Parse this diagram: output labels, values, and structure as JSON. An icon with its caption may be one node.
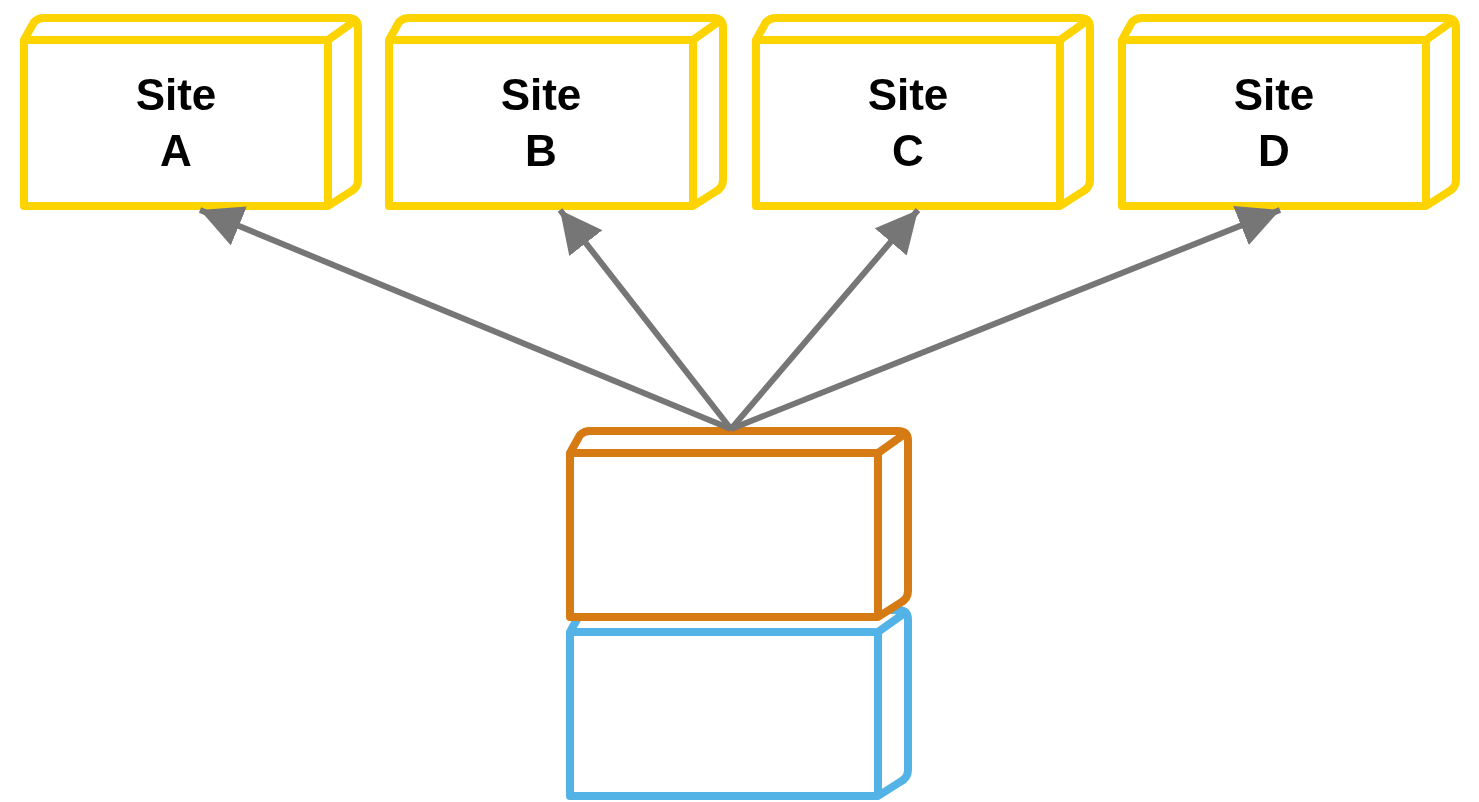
{
  "diagram": {
    "nodes": [
      {
        "text": [
          "Site A"
        ]
      },
      {
        "text": [
          "Site B"
        ]
      },
      {
        "text": [
          "Site C"
        ]
      },
      {
        "text": [
          "Site D"
        ]
      },
      {
        "text": [],
        "shape": "box"
      },
      {
        "text": [],
        "shape": "box"
      }
    ],
    "edges": [
      {
        "from": 4,
        "to": 0,
        "arrow": "to"
      },
      {
        "from": 4,
        "to": 1,
        "arrow": "to"
      },
      {
        "from": 4,
        "to": 2,
        "arrow": "to"
      },
      {
        "from": 4,
        "to": 3,
        "arrow": "to"
      }
    ]
  }
}
